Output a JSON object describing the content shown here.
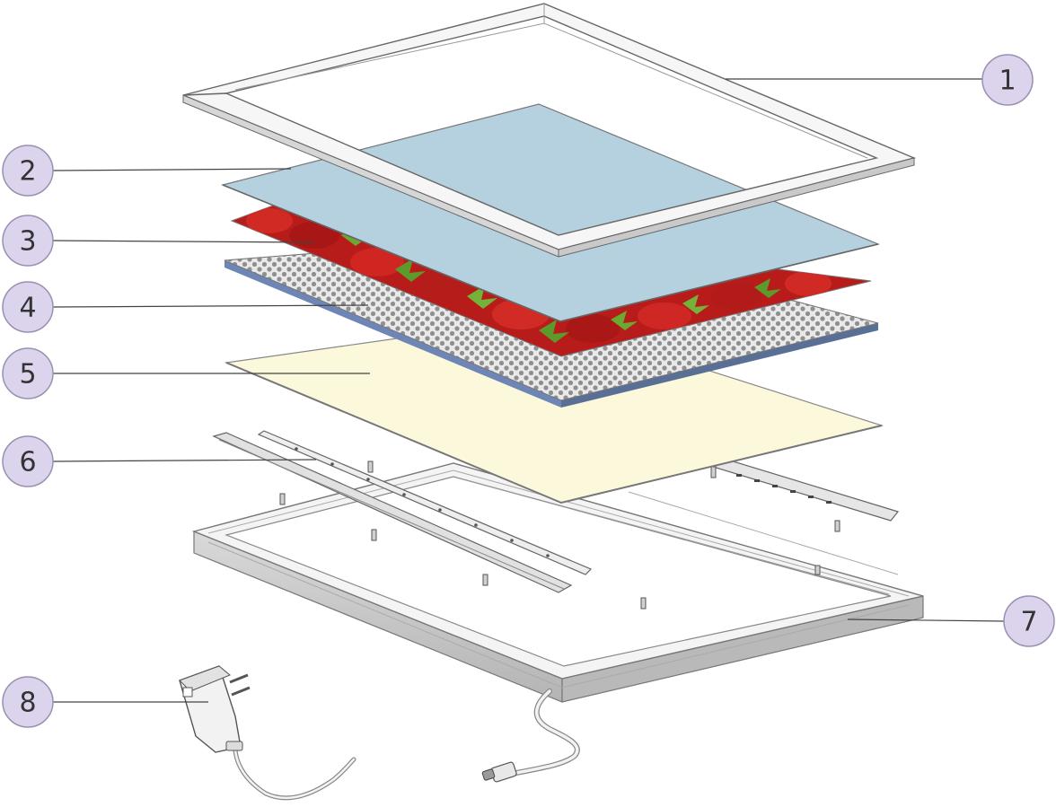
{
  "diagram": {
    "callouts": [
      {
        "id": "callout-1",
        "label": "1"
      },
      {
        "id": "callout-2",
        "label": "2"
      },
      {
        "id": "callout-3",
        "label": "3"
      },
      {
        "id": "callout-4",
        "label": "4"
      },
      {
        "id": "callout-5",
        "label": "5"
      },
      {
        "id": "callout-6",
        "label": "6"
      },
      {
        "id": "callout-7",
        "label": "7"
      },
      {
        "id": "callout-8",
        "label": "8"
      }
    ],
    "colors": {
      "callout_fill": "#dcd3ec",
      "callout_stroke": "#9a90b3",
      "frame": "#f4f4f4",
      "frame_edge": "#777777",
      "diffuser": "#b5d0de",
      "graphic_red": "#c0211f",
      "graphic_green": "#5b9a2b",
      "dot_panel": "#e6e6e6",
      "dot_panel_dots": "#8f8f8f",
      "dot_panel_edge": "#6e86b6",
      "backing": "#fbf8dc",
      "rail": "#dcdcdc",
      "base_side": "#c8c8c8"
    }
  }
}
